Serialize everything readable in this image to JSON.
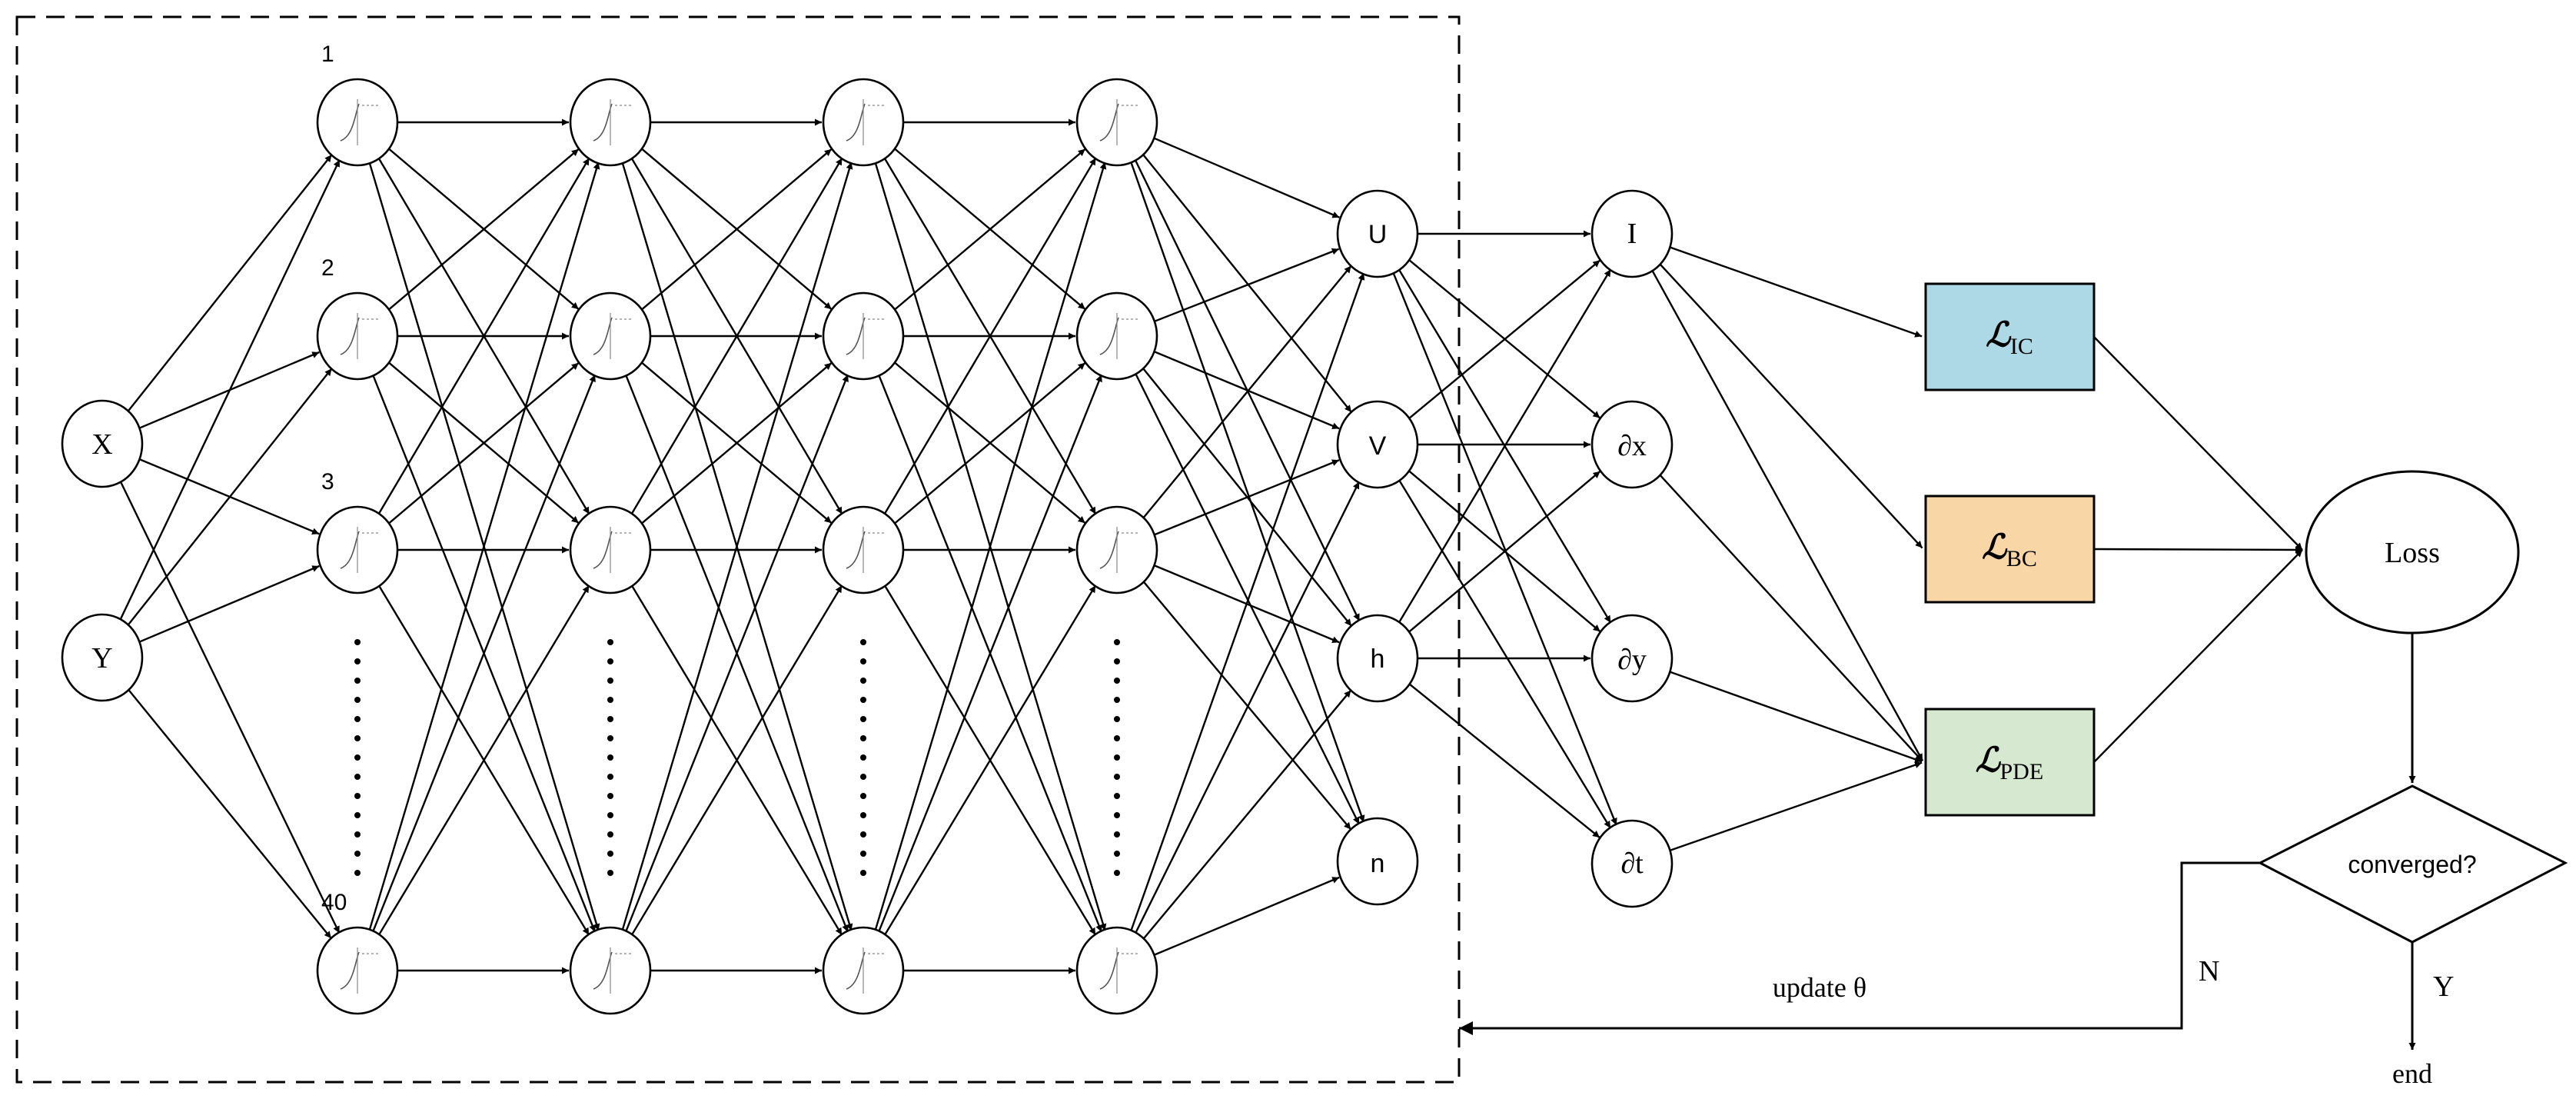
{
  "inputs": [
    "X",
    "Y"
  ],
  "layer_labels": [
    "1",
    "2",
    "3",
    "40"
  ],
  "outputs": [
    "U",
    "V",
    "h",
    "n"
  ],
  "derivatives": [
    "I",
    "∂x",
    "∂y",
    "∂t"
  ],
  "losses": [
    {
      "main": "ℒ",
      "sub": "IC",
      "color": "#add8e6"
    },
    {
      "main": "ℒ",
      "sub": "BC",
      "color": "#f9d6a6"
    },
    {
      "main": "ℒ",
      "sub": "PDE",
      "color": "#d6e8d0"
    }
  ],
  "loss_label": "Loss",
  "decision_label": "converged?",
  "yes_label": "Y",
  "no_label": "N",
  "end_label": "end",
  "update_label": "update θ"
}
